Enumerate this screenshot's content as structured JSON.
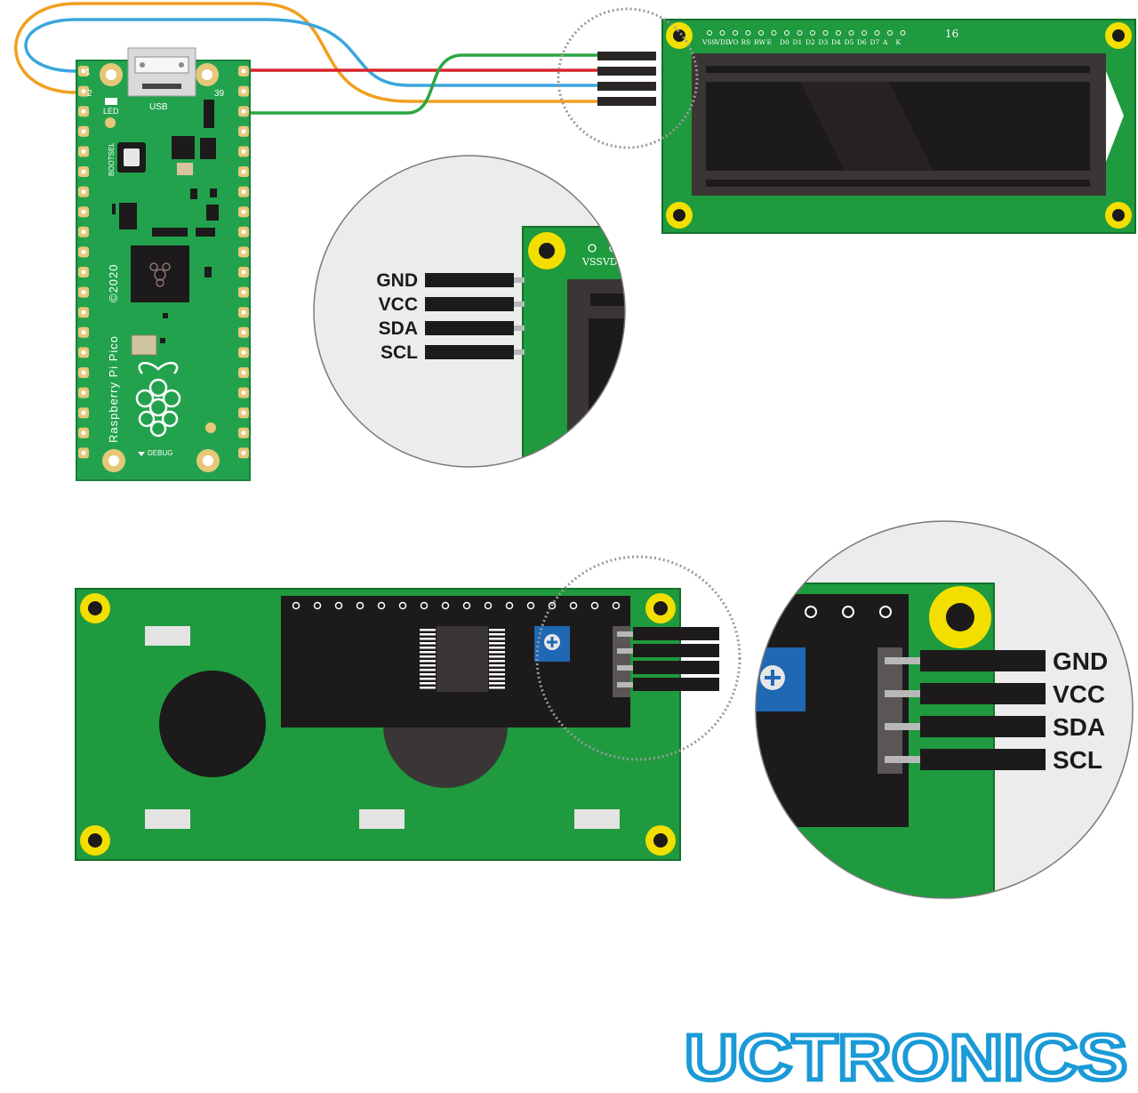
{
  "colors": {
    "pcb_green": "#1f9a3e",
    "pico_green": "#23a24d",
    "pad_gold": "#e6c77a",
    "mount_yellow": "#f2df00",
    "display_black": "#1c1a1a",
    "wire_orange": "#f0a020",
    "wire_blue": "#3aa6dd",
    "wire_red": "#d8252b",
    "wire_green": "#2ca53f",
    "pin_dark": "#2a2626",
    "zoom_bg": "#ececec",
    "brand_blue": "#1a9ad6",
    "pot_blue": "#1f68b4"
  },
  "pico": {
    "pin1": "1",
    "pin2": "2",
    "pin39": "39",
    "led_label": "LED",
    "usb_label": "USB",
    "bootsel_label": "BOOTSEL",
    "copyright_label": "©2020",
    "board_name": "Raspberry Pi Pico",
    "debug_label": "DEBUG"
  },
  "lcd": {
    "pin_labels": [
      "VSS",
      "VDD",
      "VO",
      "RS",
      "RW",
      "E",
      "D0",
      "D1",
      "D2",
      "D3",
      "D4",
      "D5",
      "D6",
      "D7",
      "A",
      "K"
    ],
    "pin_count_label": "16"
  },
  "zoom_top": {
    "pins": [
      "GND",
      "VCC",
      "SDA",
      "SCL"
    ],
    "header_label": "VSSVDD"
  },
  "zoom_bottom": {
    "pins": [
      "GND",
      "VCC",
      "SDA",
      "SCL"
    ]
  },
  "brand": {
    "logo_text": "UCTRONICS"
  }
}
